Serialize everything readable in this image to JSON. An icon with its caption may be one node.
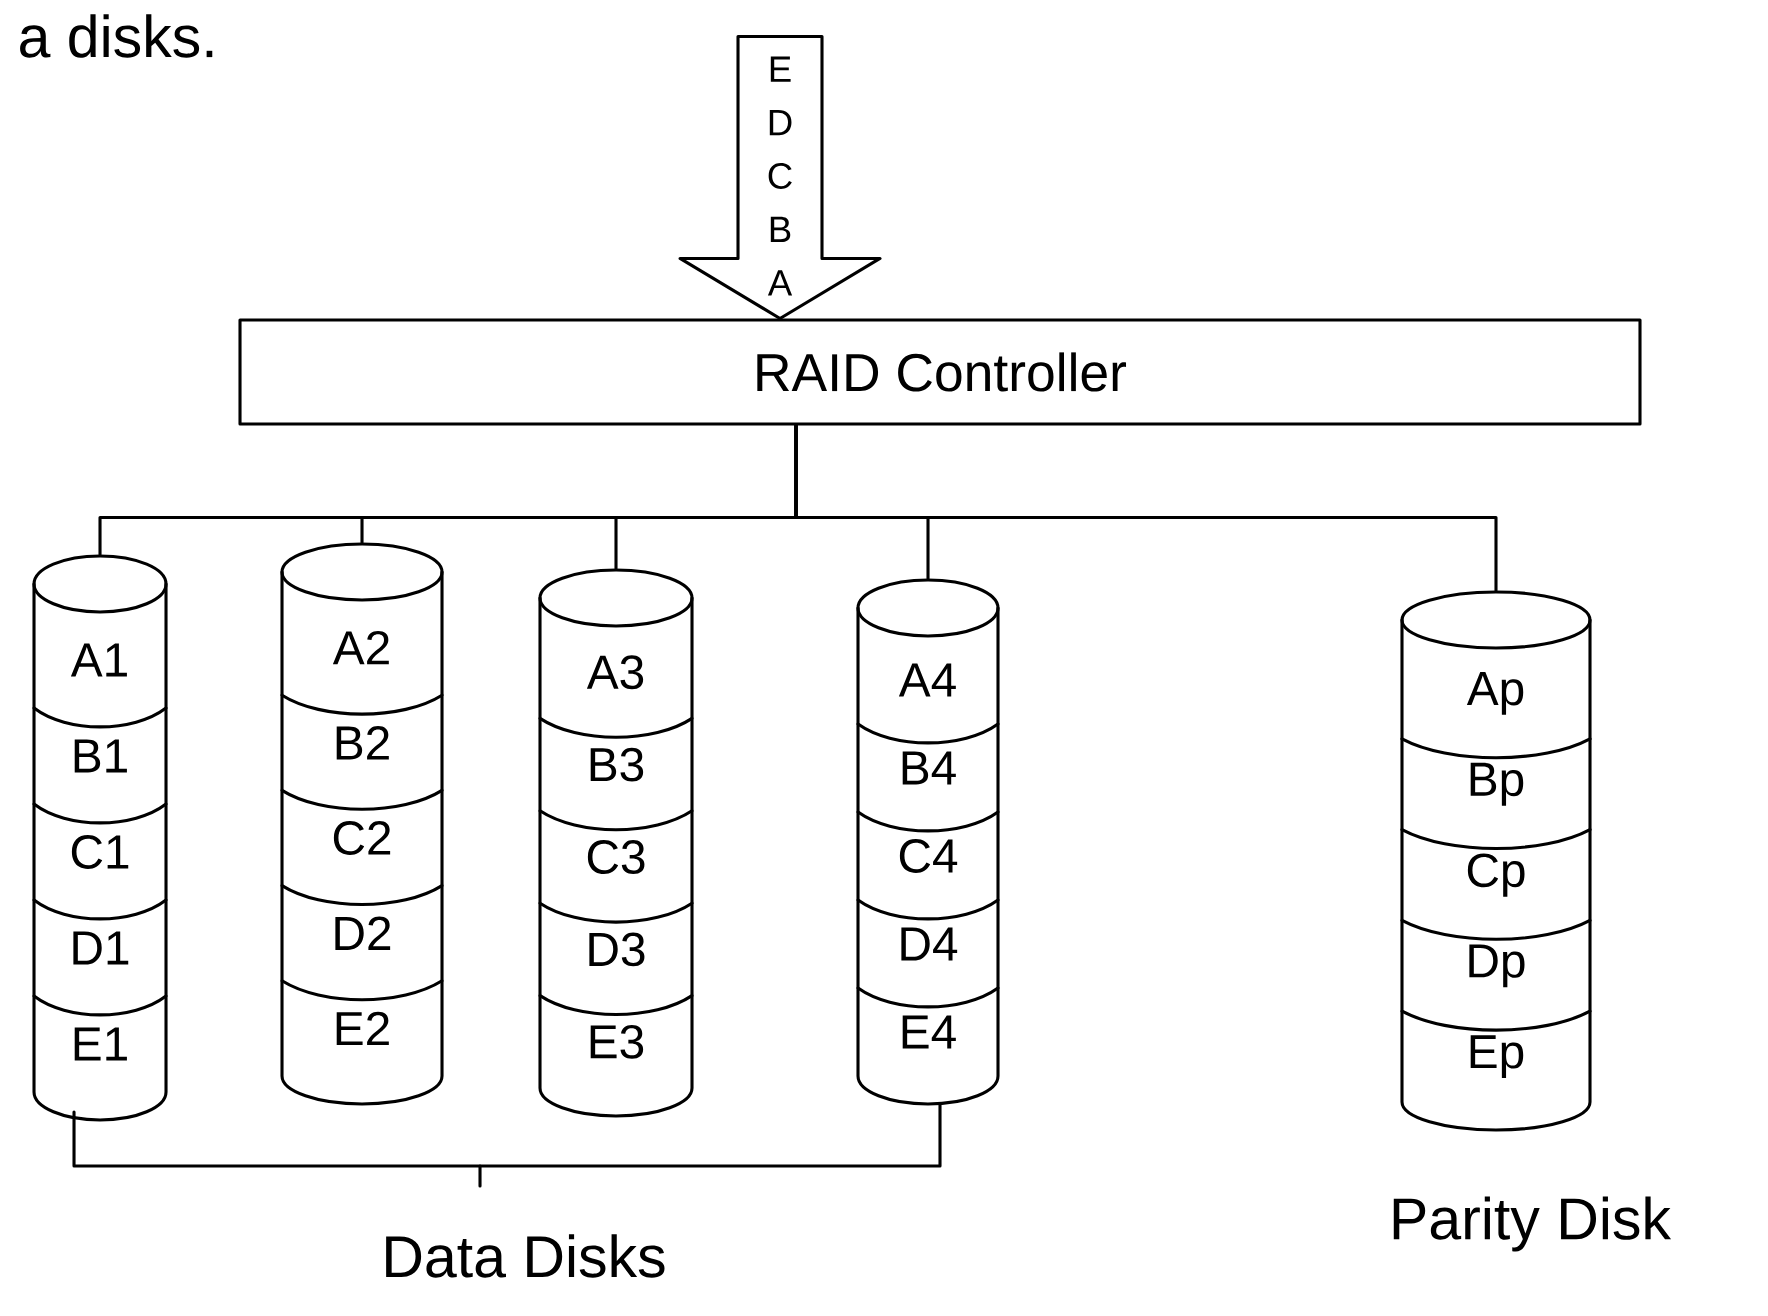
{
  "diagram": {
    "nodes": [
      {
        "text": [
          "RAID Controller"
        ]
      },
      {
        "text": [
          "A1",
          "B1",
          "C1",
          "D1",
          "E1"
        ]
      },
      {
        "text": [
          "A2",
          "B2",
          "C2",
          "D2",
          "E2"
        ]
      },
      {
        "text": [
          "A3",
          "B3",
          "C3",
          "D3",
          "E3"
        ]
      },
      {
        "text": [
          "A4",
          "B4",
          "C4",
          "D4",
          "E4"
        ]
      },
      {
        "text": [
          "Ap",
          "Bp",
          "Cp",
          "Dp",
          "Ep"
        ]
      }
    ],
    "edges": [
      {
        "from": null,
        "to": 0,
        "arrow": "to",
        "label": "E D C B A"
      },
      {
        "from": 0,
        "to": 1,
        "arrow": "none"
      },
      {
        "from": 0,
        "to": 2,
        "arrow": "none"
      },
      {
        "from": 0,
        "to": 3,
        "arrow": "none"
      },
      {
        "from": 0,
        "to": 4,
        "arrow": "none"
      },
      {
        "from": 0,
        "to": 5,
        "arrow": "none"
      }
    ],
    "labels": [
      "a disks.",
      "Data Disks",
      "Parity Disk"
    ]
  }
}
